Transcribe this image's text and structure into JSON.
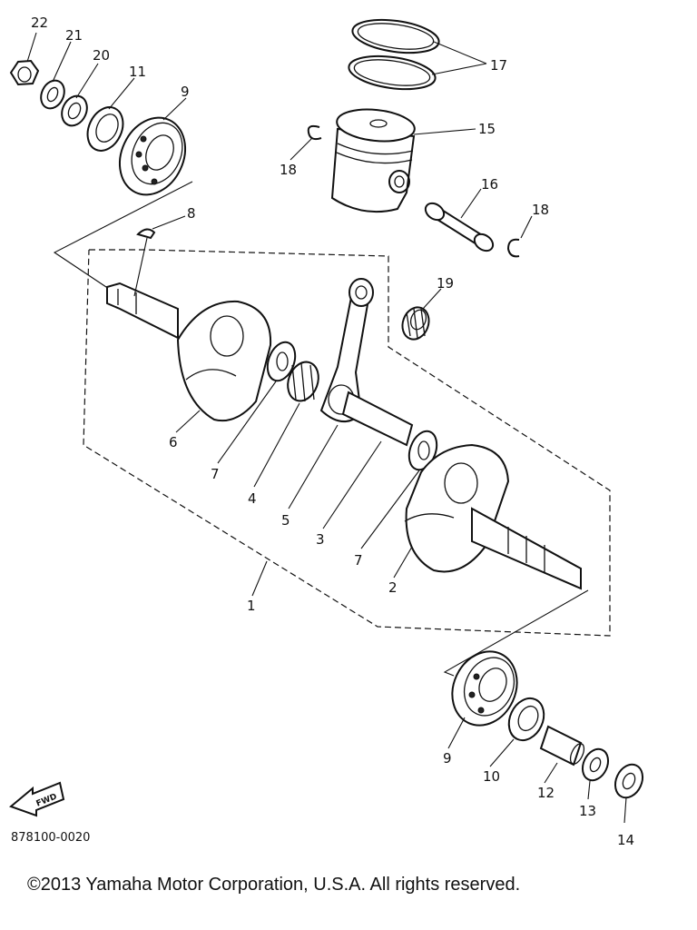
{
  "diagram": {
    "part_labels": [
      "22",
      "21",
      "20",
      "11",
      "9",
      "8",
      "17",
      "15",
      "18",
      "16",
      "18",
      "19",
      "6",
      "7",
      "4",
      "5",
      "3",
      "7",
      "2",
      "1",
      "9",
      "10",
      "12",
      "13",
      "14"
    ],
    "drawing_code": "878100-0020",
    "fwd_label": "FWD",
    "copyright": "©2013 Yamaha Motor Corporation, U.S.A. All rights reserved."
  }
}
